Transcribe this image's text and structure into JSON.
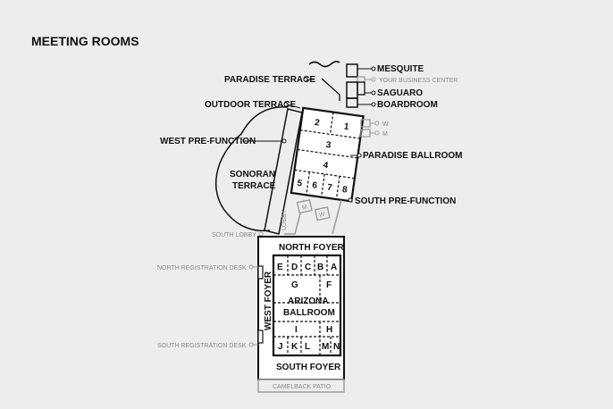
{
  "title": "MEETING ROOMS",
  "labels": {
    "mesquite": "MESQUITE",
    "business_center": "YOUR BUSINESS CENTER",
    "saguaro": "SAGUARO",
    "boardroom": "BOARDROOM",
    "paradise_terrace": "PARADISE TERRACE",
    "outdoor_terrace": "OUTDOOR TERRACE",
    "west_prefunction": "WEST PRE-FUNCTION",
    "paradise_ballroom": "PARADISE BALLROOM",
    "sonoran": "SONORAN",
    "terrace": "TERRACE",
    "south_prefunction": "SOUTH PRE-FUNCTION",
    "south_lobby": "SOUTH LOBBY",
    "lobby": "LOBBY",
    "north_foyer": "NORTH FOYER",
    "north_reg": "NORTH REGISTRATION DESK",
    "south_reg": "SOUTH REGISTRATION DESK",
    "west_foyer": "WEST FOYER",
    "arizona": "ARIZONA",
    "ballroom": "BALLROOM",
    "south_foyer": "SOUTH FOYER",
    "camelback": "CAMELBACK PATIO",
    "w": "W",
    "m": "M"
  },
  "paradise_rooms": [
    "2",
    "1",
    "3",
    "4",
    "5",
    "6",
    "7",
    "8"
  ],
  "arizona_rooms": [
    "E",
    "D",
    "C",
    "B",
    "A",
    "G",
    "F",
    "I",
    "H",
    "J",
    "K",
    "L",
    "M",
    "N"
  ]
}
